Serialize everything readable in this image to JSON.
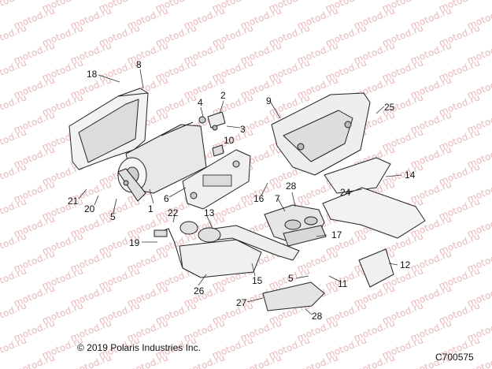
{
  "watermark": {
    "text": "motod.ru",
    "color": "#e7b8b8"
  },
  "diagram": {
    "copyright": "© 2019 Polaris Industries Inc.",
    "figure_id": "C700575",
    "callouts": [
      "18",
      "8",
      "4",
      "2",
      "3",
      "9",
      "25",
      "10",
      "1",
      "6",
      "16",
      "7",
      "28",
      "14",
      "24",
      "21",
      "20",
      "5",
      "22",
      "13",
      "17",
      "19",
      "11",
      "12",
      "15",
      "5",
      "26",
      "27",
      "28"
    ]
  }
}
